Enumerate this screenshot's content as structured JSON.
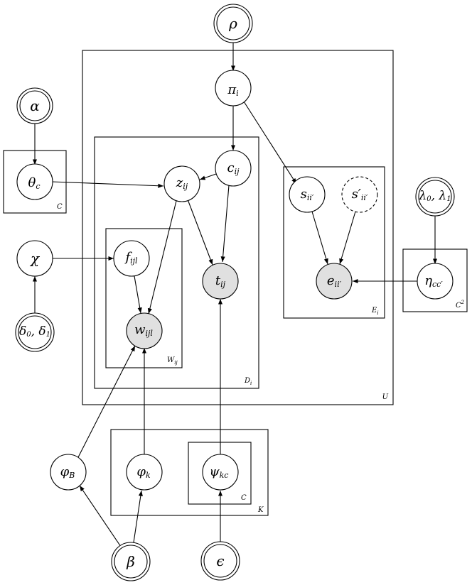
{
  "plates": {
    "U": "U",
    "D": "D",
    "D_sub": "i",
    "W": "W",
    "W_sub": "ij",
    "E": "E",
    "E_sub": "i",
    "C1": "C",
    "C2": "C",
    "C2_sup": "2",
    "K": "K",
    "C3": "C"
  },
  "nodes": {
    "rho": {
      "base": "ρ",
      "sub": ""
    },
    "pi": {
      "base": "π",
      "sub": "i"
    },
    "alpha": {
      "base": "α",
      "sub": ""
    },
    "theta": {
      "base": "θ",
      "sub": "c"
    },
    "c": {
      "base": "c",
      "sub": "ij"
    },
    "z": {
      "base": "z",
      "sub": "ij"
    },
    "s": {
      "base": "s",
      "sub": "ii′"
    },
    "sp": {
      "base": "s′",
      "sub": "ii′"
    },
    "lambda": {
      "base": "λ",
      "sub": "0",
      "sep": ", ",
      "base2": "λ",
      "sub2": "1"
    },
    "chi": {
      "base": "χ",
      "sub": ""
    },
    "f": {
      "base": "f",
      "sub": "ijl"
    },
    "t": {
      "base": "t",
      "sub": "ij"
    },
    "e": {
      "base": "e",
      "sub": "ii′"
    },
    "eta": {
      "base": "η",
      "sub": "cc′"
    },
    "delta": {
      "base": "δ",
      "sub": "0",
      "sep": ", ",
      "base2": "δ",
      "sub2": "1"
    },
    "w": {
      "base": "w",
      "sub": "ijl"
    },
    "phiB": {
      "base": "φ",
      "sub": "B"
    },
    "phik": {
      "base": "φ",
      "sub": "k"
    },
    "psi": {
      "base": "ψ",
      "sub": "kc"
    },
    "beta": {
      "base": "β",
      "sub": ""
    },
    "eps": {
      "base": "ϵ",
      "sub": ""
    }
  }
}
